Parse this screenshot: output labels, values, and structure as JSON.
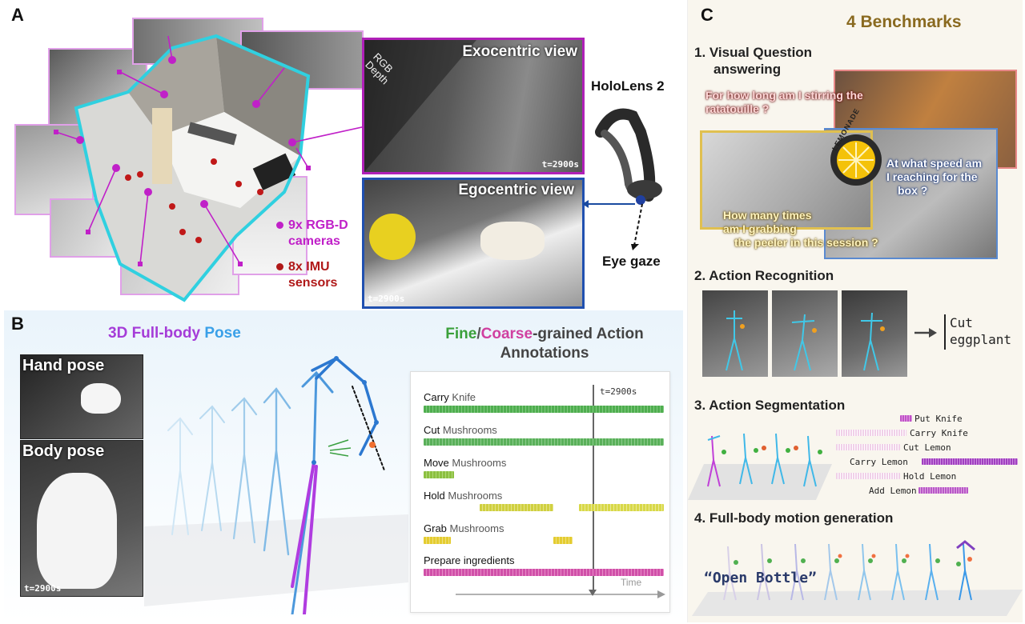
{
  "panelA": {
    "letter": "A",
    "exo_title": "Exocentric view",
    "rgb_label": "RGB",
    "depth_label": "Depth",
    "exo_time": "t=2900s",
    "ego_title": "Egocentric view",
    "ego_time": "t=2900s",
    "hololens_label": "HoloLens 2",
    "eye_gaze_label": "Eye gaze",
    "legend_cameras_line1": "9x RGB-D",
    "legend_cameras_line2": "cameras",
    "legend_imu_line1": "8x IMU",
    "legend_imu_line2": "sensors",
    "camera_color": "#c020c8",
    "imu_color": "#b01818",
    "outline_color": "#30d0e0"
  },
  "panelB": {
    "letter": "B",
    "pose_title_part1": "3D Full-body",
    "pose_title_part2": "Pose",
    "hand_pose_label": "Hand pose",
    "body_pose_label": "Body pose",
    "body_time": "t=2900s",
    "action_title_fine": "Fine",
    "action_title_sep": "/",
    "action_title_coarse": "Coarse",
    "action_title_rest": "-grained Action",
    "action_title_line2": "Annotations",
    "timeline_marker": "t=2900s",
    "time_axis_label": "Time",
    "actions": [
      {
        "verb": "Carry",
        "noun": "Knife"
      },
      {
        "verb": "Cut",
        "noun": "Mushrooms"
      },
      {
        "verb": "Move",
        "noun": "Mushrooms"
      },
      {
        "verb": "Hold",
        "noun": "Mushrooms"
      },
      {
        "verb": "Grab",
        "noun": "Mushrooms"
      },
      {
        "verb": "Prepare ingredients",
        "noun": ""
      }
    ]
  },
  "panelC": {
    "letter": "C",
    "title": "4 Benchmarks",
    "vqa_title_line1": "1. Visual Question",
    "vqa_title_line2": "answering",
    "q1_line1": "For how long am I stirring the",
    "q1_line2": "ratatouille ?",
    "q2_line1": "At what speed am",
    "q2_line2": "I reaching for the",
    "q2_line3": "box ?",
    "q3_line1": "How many times",
    "q3_line2": "am I grabbing",
    "q3_line3": "the peeler in this session ?",
    "lemonade_label": "LEMONADE",
    "ar_title": "2. Action Recognition",
    "ar_output_line1": "Cut",
    "ar_output_line2": "eggplant",
    "seg_title": "3. Action Segmentation",
    "seg_labels": [
      "Put Knife",
      "Carry Knife",
      "Cut Lemon",
      "Carry Lemon",
      "Hold Lemon",
      "Add Lemon"
    ],
    "motion_title": "4. Full-body motion generation",
    "motion_prompt": "“Open Bottle”"
  }
}
